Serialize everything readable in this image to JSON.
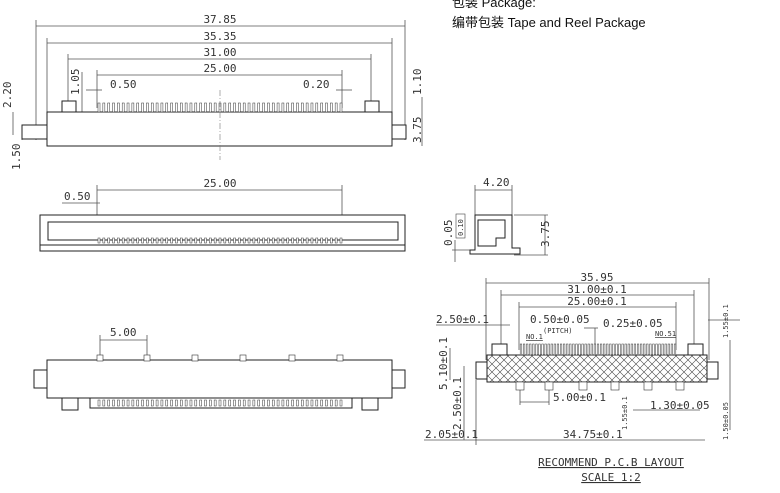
{
  "header": {
    "line1": "包装 Package:",
    "line2": "编带包装 Tape and Reel Package"
  },
  "top_view": {
    "dims": [
      "37.85",
      "35.35",
      "31.00",
      "25.00",
      "0.50",
      "0.20",
      "2.20",
      "1.05",
      "1.10",
      "3.75",
      "1.50"
    ]
  },
  "front_view": {
    "dims": [
      "25.00",
      "0.50"
    ]
  },
  "bottom_view": {
    "dims": [
      "5.00"
    ]
  },
  "side_view": {
    "dims": [
      "4.20",
      "0.05",
      "3.75"
    ],
    "flatness": "0.10"
  },
  "pcb_layout": {
    "dims": {
      "overall": "35.95",
      "outer": "31.00±0.1",
      "pin_span": "25.00±0.1",
      "left_pad": "2.50±0.1",
      "pitch": "0.50±0.05",
      "pitch_label": "(PITCH)",
      "pin_width": "0.25±0.05",
      "height": "5.10±0.1",
      "side_offset": "2.50±0.1",
      "tab_pitch": "5.00±0.1",
      "tab_width": "1.30±0.05",
      "tab_len": "1.55±0.1",
      "edge": "2.05±0.1",
      "body": "34.75±0.1",
      "top_right": "1.55±0.1",
      "bottom_right": "1.50±0.05"
    },
    "pin1": "NO.1",
    "pin51": "NO.51",
    "title": "RECOMMEND P.C.B LAYOUT",
    "scale": "SCALE 1:2"
  }
}
